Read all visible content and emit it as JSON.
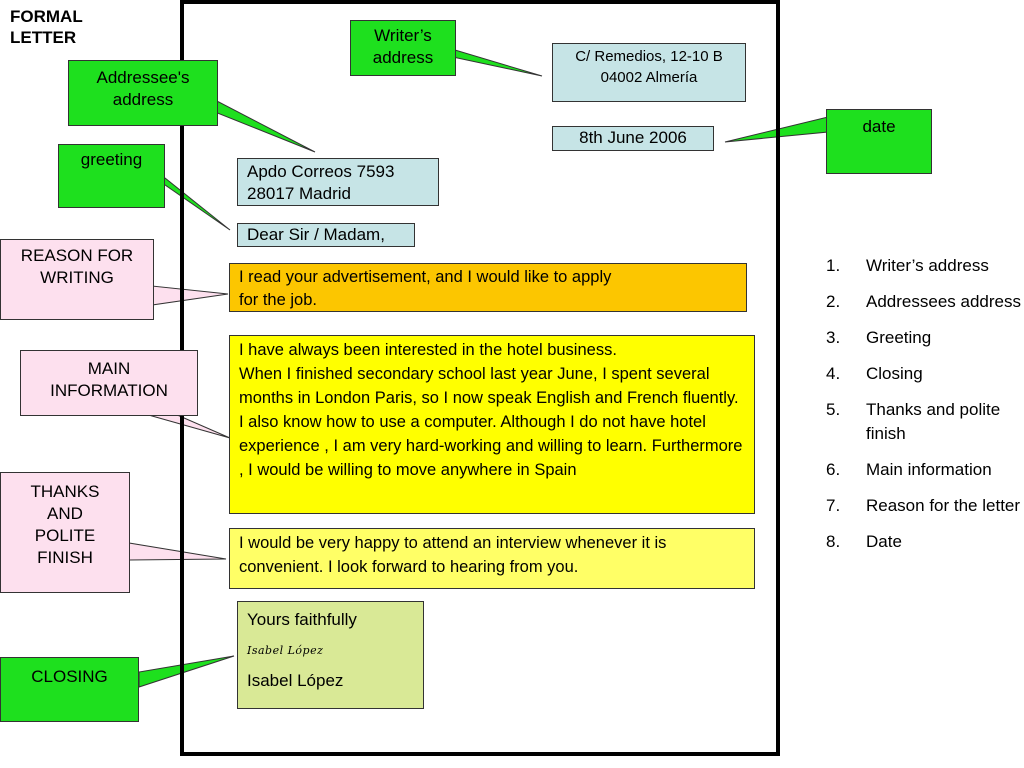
{
  "title": "FORMAL\nLETTER",
  "callouts": {
    "writers_address": "Writer’s\naddress",
    "addressee_address": "Addressee's\naddress",
    "greeting": "greeting",
    "date": "date",
    "reason": "REASON FOR\nWRITING",
    "main_info": "MAIN\nINFORMATION",
    "thanks": "THANKS\nAND\nPOLITE\nFINISH",
    "closing": "CLOSING"
  },
  "letter": {
    "writer_address": "C/ Remedios, 12-10 B\n04002 Almería",
    "date": "8th June 2006",
    "addressee": "Apdo Correos 7593\n28017 Madrid",
    "greeting": "Dear Sir / Madam,",
    "reason": "I read your advertisement, and I would  like to apply\nfor the job.",
    "main": "I have always been interested in the hotel business.\nWhen I finished  secondary school last year June, I spent several months in London Paris, so I now speak English and French fluently. I also know how to use a computer. Although I do not have hotel experience , I am very hard-working and willing to learn. Furthermore , I would be willing to move anywhere in Spain",
    "thanks": "I would be very happy to attend an interview whenever it is convenient. I look forward to hearing from you.",
    "closing": "Yours faithfully",
    "signature": "Isabel López",
    "name": "Isabel López"
  },
  "list": [
    {
      "num": "1.",
      "text": "Writer’s address"
    },
    {
      "num": "2.",
      "text": "Addressees address"
    },
    {
      "num": "3.",
      "text": "Greeting"
    },
    {
      "num": "4.",
      "text": "Closing"
    },
    {
      "num": "5.",
      "text": "Thanks and polite finish"
    },
    {
      "num": "6.",
      "text": "Main information"
    },
    {
      "num": "7.",
      "text": "Reason for the letter"
    },
    {
      "num": "8.",
      "text": "Date"
    }
  ],
  "colors": {
    "callout_green": "#1ee01e",
    "callout_pink": "#fde0ee",
    "address_blue": "#c6e4e6",
    "reason_orange": "#fcc600",
    "main_yellow": "#ffff00",
    "thanks_yellow": "#ffff66",
    "closing_green": "#d9e996"
  }
}
